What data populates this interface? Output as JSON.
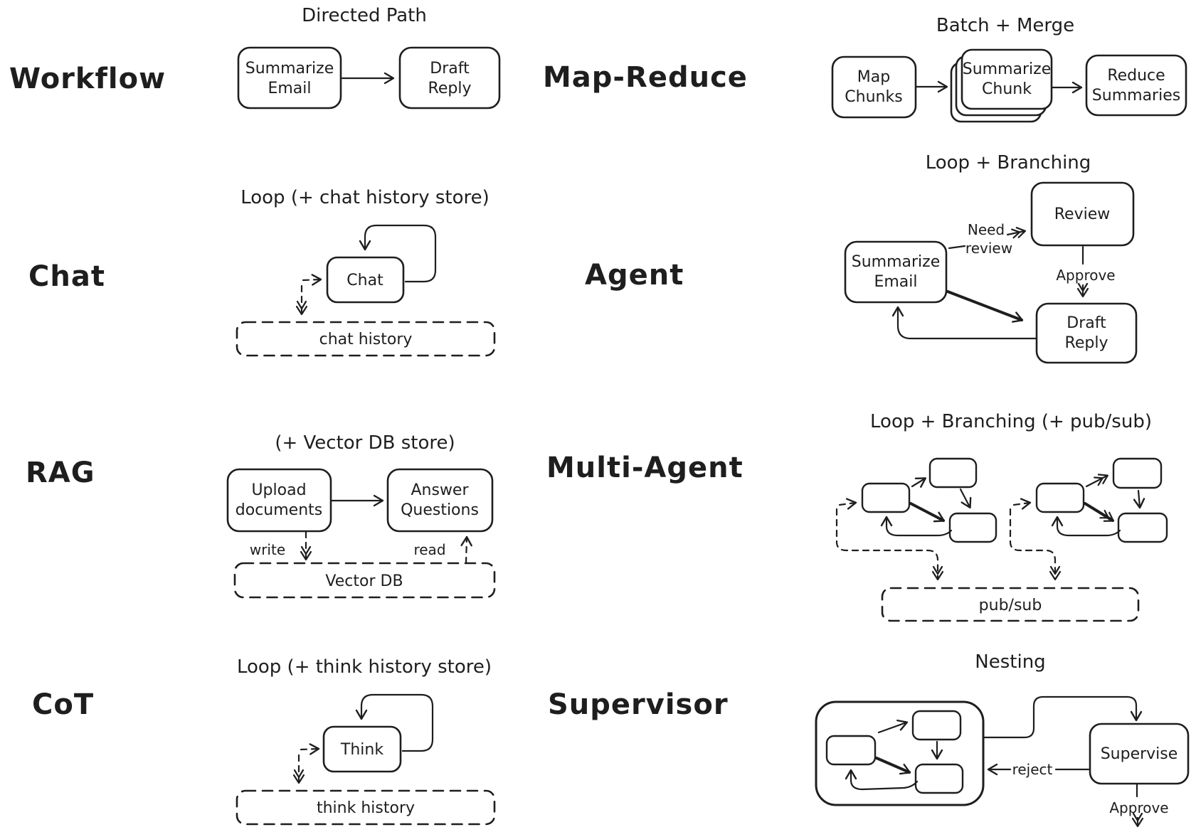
{
  "page": {
    "background": "#ffffff",
    "ink": "#1e1e1e"
  },
  "sections": {
    "workflow": {
      "label": "Workflow",
      "pattern": "Directed Path",
      "nodes": {
        "summarize_email": [
          "Summarize",
          "Email"
        ],
        "draft_reply": [
          "Draft",
          "Reply"
        ]
      }
    },
    "map_reduce": {
      "label": "Map-Reduce",
      "pattern": "Batch + Merge",
      "nodes": {
        "map_chunks": [
          "Map",
          "Chunks"
        ],
        "summarize_chunk": [
          "Summarize",
          "Chunk"
        ],
        "reduce_summaries": [
          "Reduce",
          "Summaries"
        ]
      }
    },
    "chat": {
      "label": "Chat",
      "pattern": "Loop (+ chat history store)",
      "nodes": {
        "chat": [
          "Chat"
        ]
      },
      "store": "chat history"
    },
    "agent": {
      "label": "Agent",
      "pattern": "Loop + Branching",
      "nodes": {
        "summarize_email": [
          "Summarize",
          "Email"
        ],
        "review": [
          "Review"
        ],
        "draft_reply": [
          "Draft",
          "Reply"
        ]
      },
      "edges": {
        "need_review": [
          "Need",
          "review"
        ],
        "approve": "Approve"
      }
    },
    "rag": {
      "label": "RAG",
      "pattern": "(+ Vector DB store)",
      "nodes": {
        "upload_documents": [
          "Upload",
          "documents"
        ],
        "answer_questions": [
          "Answer",
          "Questions"
        ]
      },
      "edges": {
        "write": "write",
        "read": "read"
      },
      "store": "Vector DB"
    },
    "multi_agent": {
      "label": "Multi-Agent",
      "pattern": "Loop + Branching (+ pub/sub)",
      "store": "pub/sub"
    },
    "cot": {
      "label": "CoT",
      "pattern": "Loop (+ think history store)",
      "nodes": {
        "think": [
          "Think"
        ]
      },
      "store": "think history"
    },
    "supervisor": {
      "label": "Supervisor",
      "pattern": "Nesting",
      "nodes": {
        "supervise": [
          "Supervise"
        ]
      },
      "edges": {
        "reject": "reject",
        "approve": "Approve"
      }
    }
  }
}
